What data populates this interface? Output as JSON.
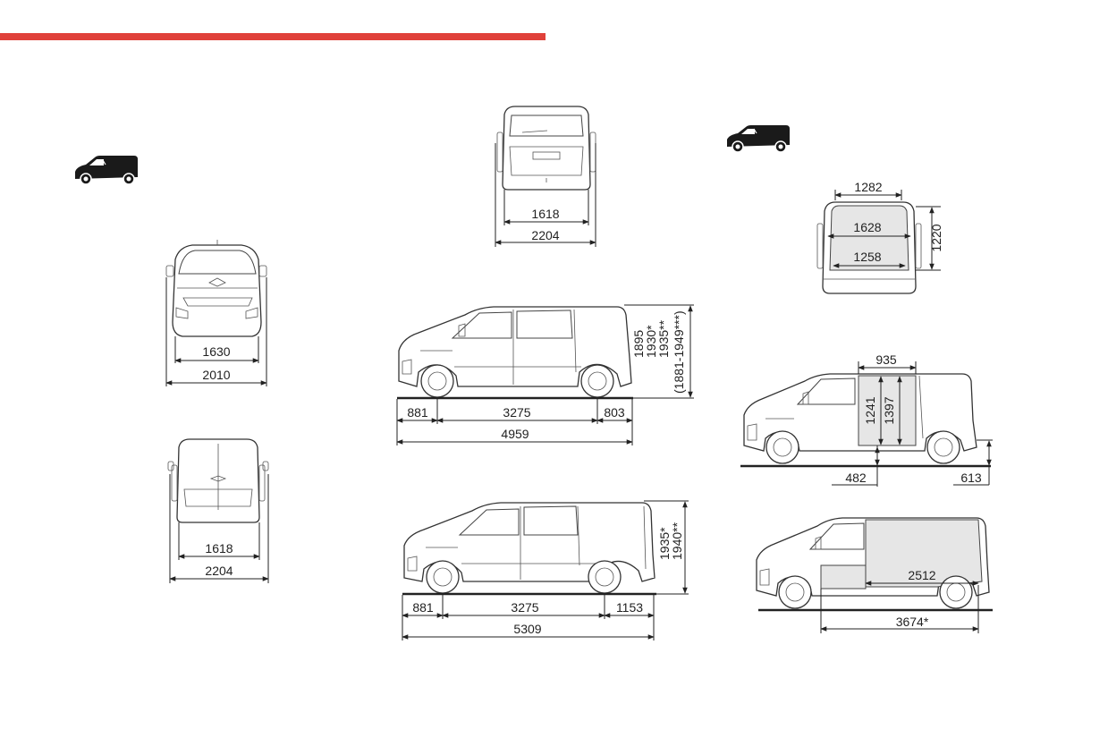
{
  "accent_color": "#e0413a",
  "icons": [
    "combi-van-icon",
    "panel-van-icon"
  ],
  "views": {
    "front": {
      "track": "1630",
      "width_mirrors": "2010"
    },
    "rear_left": {
      "track": "1618",
      "width_mirrors": "2204"
    },
    "rear_top": {
      "track": "1618",
      "width_mirrors": "2204"
    },
    "rear_opening": {
      "top_width": "1282",
      "max_width": "1628",
      "bottom_width": "1258",
      "height": "1220"
    },
    "side_medium": {
      "front_overhang": "881",
      "wheelbase": "3275",
      "rear_overhang": "803",
      "length": "4959",
      "heights": [
        "1895",
        "1930*",
        "1935**",
        "(1881-1949***)"
      ]
    },
    "side_long": {
      "front_overhang": "881",
      "wheelbase": "3275",
      "rear_overhang": "1153",
      "length": "5309",
      "heights": [
        "1935*",
        "1940**"
      ]
    },
    "side_door": {
      "door_width": "935",
      "door_height_a": "1241",
      "door_height_b": "1397",
      "sill_offset": "482",
      "load_sill": "613"
    },
    "side_cargo": {
      "cargo_length": "2512",
      "cargo_length_max": "3674*"
    }
  }
}
